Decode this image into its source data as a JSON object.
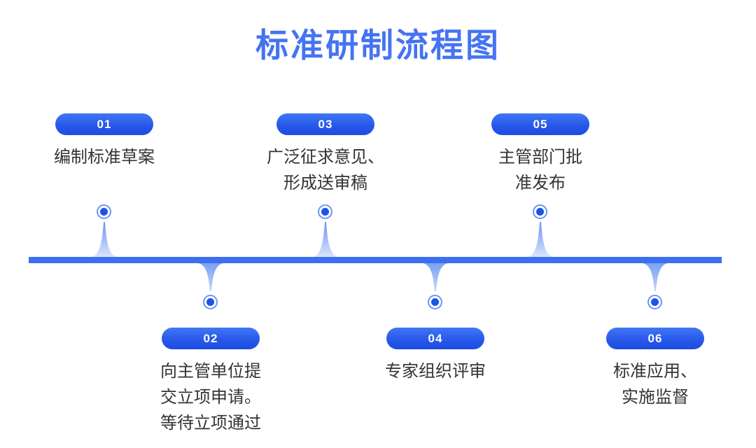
{
  "title": "标准研制流程图",
  "colors": {
    "title_blue": "#4573f2",
    "pill_blue_top": "#4177f4",
    "pill_blue_bottom": "#1d4de0",
    "timeline_bar": "#3c6ef0",
    "ring_blue": "#6d95f2",
    "dot_blue": "#1e53e8",
    "spike_dark": "#6e95f2",
    "spike_light": "#dbe5fc",
    "body_text": "#333333",
    "background": "#ffffff"
  },
  "steps": [
    {
      "number": "01",
      "side": "above",
      "text": "编制标准草案",
      "lines": [
        "编制标准草案"
      ]
    },
    {
      "number": "02",
      "side": "below",
      "text": "向主管单位提交立项申请。等待立项通过",
      "lines": [
        "向主管单位提",
        "交立项申请。",
        "等待立项通过"
      ]
    },
    {
      "number": "03",
      "side": "above",
      "text": "广泛征求意见、形成送审稿",
      "lines": [
        "广泛征求意见、",
        "形成送审稿"
      ]
    },
    {
      "number": "04",
      "side": "below",
      "text": "专家组织评审",
      "lines": [
        "专家组织评审"
      ]
    },
    {
      "number": "05",
      "side": "above",
      "text": "主管部门批准发布",
      "lines": [
        "主管部门批",
        "准发布"
      ]
    },
    {
      "number": "06",
      "side": "below",
      "text": "标准应用、实施监督",
      "lines": [
        "标准应用、",
        "实施监督"
      ]
    }
  ]
}
